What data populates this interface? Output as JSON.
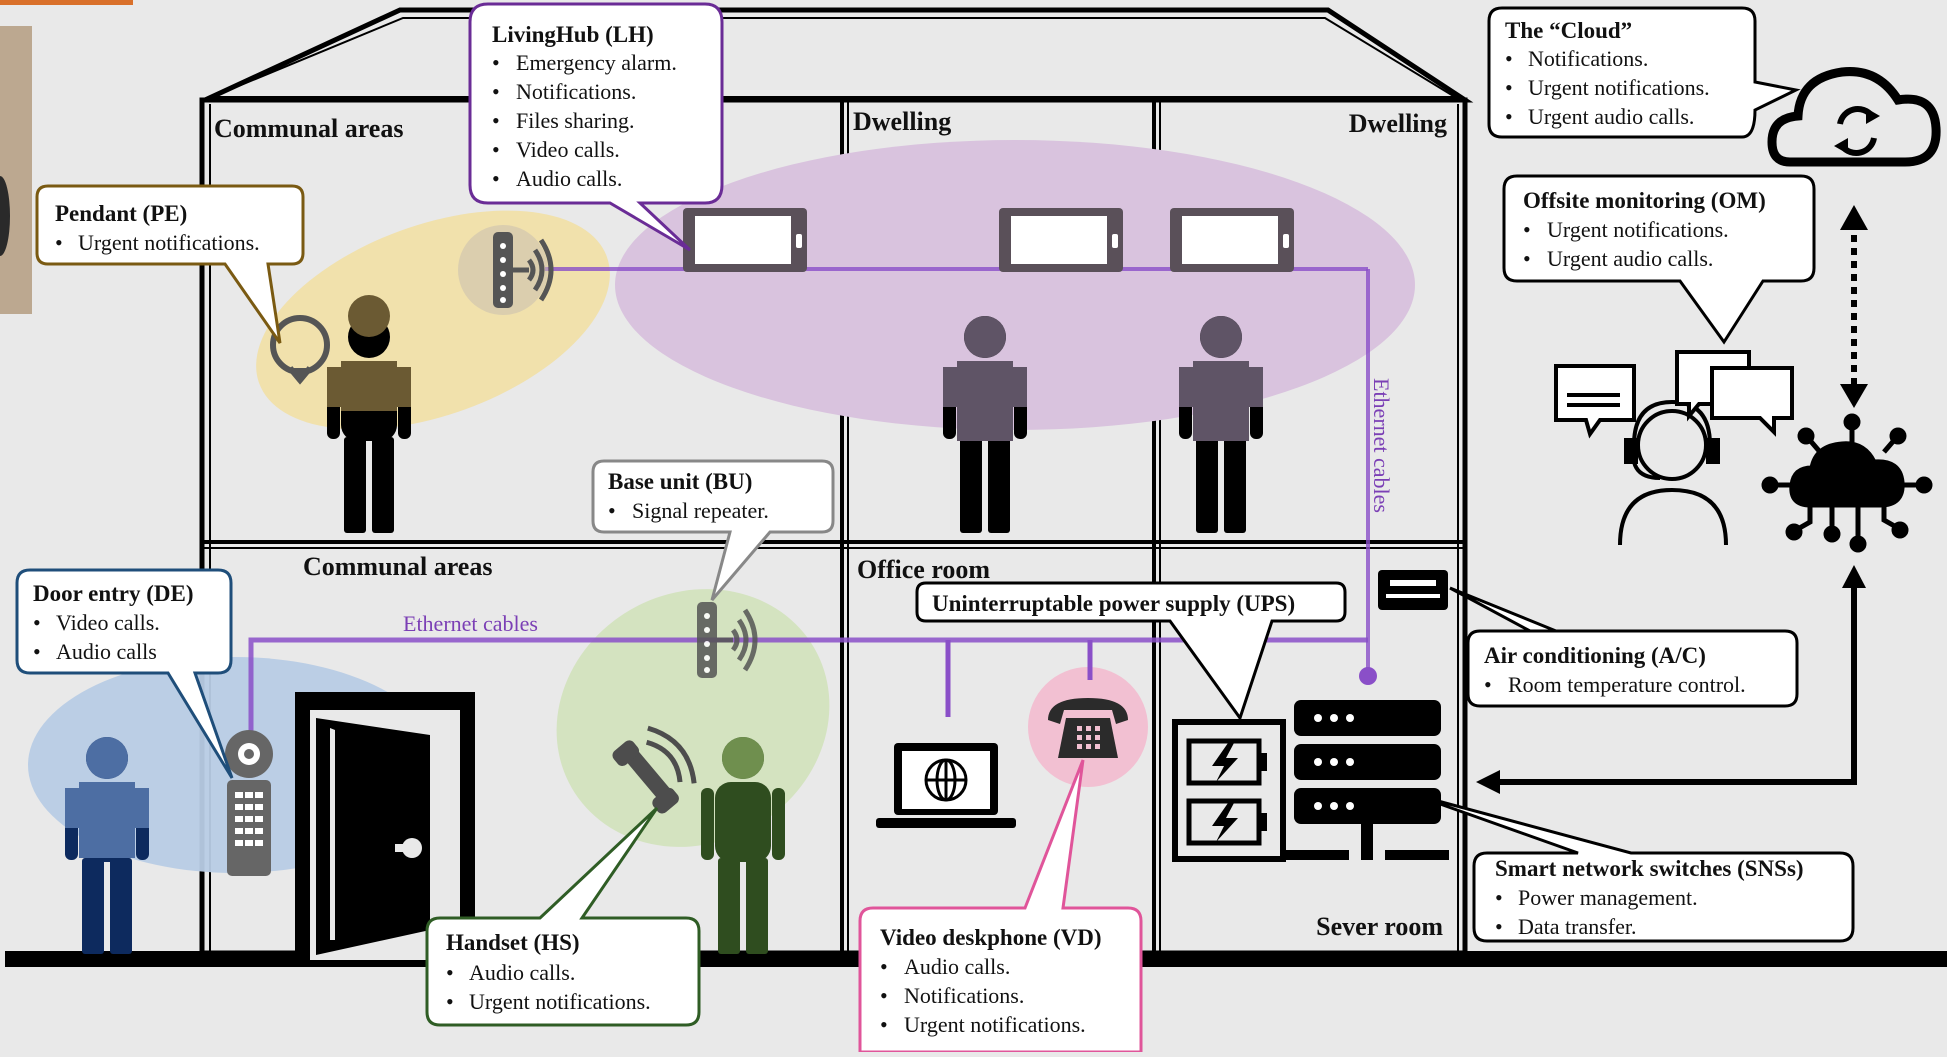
{
  "rooms": {
    "communal_top": "Communal areas",
    "dwelling_1": "Dwelling",
    "dwelling_2": "Dwelling",
    "communal_bottom": "Communal areas",
    "office": "Office room",
    "server": "Sever room"
  },
  "ethernet": {
    "horizontal_label": "Ethernet cables",
    "vertical_label": "Ethernet cables"
  },
  "callouts": {
    "livinghub": {
      "title": "LivingHub (LH)",
      "items": [
        "Emergency alarm.",
        "Notifications.",
        "Files sharing.",
        "Video calls.",
        "Audio calls."
      ]
    },
    "pendant": {
      "title": "Pendant (PE)",
      "items": [
        "Urgent notifications."
      ]
    },
    "cloud": {
      "title": "The “Cloud”",
      "items": [
        "Notifications.",
        "Urgent notifications.",
        "Urgent audio calls."
      ]
    },
    "offsite": {
      "title": "Offsite monitoring (OM)",
      "items": [
        "Urgent notifications.",
        "Urgent audio calls."
      ]
    },
    "base_unit": {
      "title": "Base unit (BU)",
      "items": [
        "Signal repeater."
      ]
    },
    "door_entry": {
      "title": "Door entry (DE)",
      "items": [
        "Video calls.",
        "Audio calls"
      ]
    },
    "ups": {
      "title": "Uninterruptable power supply (UPS)"
    },
    "air_con": {
      "title": "Air conditioning (A/C)",
      "items": [
        "Room temperature control."
      ]
    },
    "sns": {
      "title": "Smart network switches (SNSs)",
      "items": [
        "Power management.",
        "Data transfer."
      ]
    },
    "handset": {
      "title": "Handset (HS)",
      "items": [
        "Audio calls.",
        "Urgent notifications."
      ]
    },
    "deskphone": {
      "title": "Video deskphone (VD)",
      "items": [
        "Audio calls.",
        "Notifications.",
        "Urgent notifications."
      ]
    }
  },
  "bullet": "•",
  "colors": {
    "background": "#e9e9e9",
    "ethernet": "#8a4fc8",
    "livinghub_zone": "#dcc6e2",
    "pendant_zone": "#f1dfa8",
    "door_zone": "#b9cde6",
    "handset_zone": "#d3e3bd",
    "deskphone_zone": "#f2c2d3",
    "pendant_border": "#7a5a12",
    "livinghub_border": "#6a2c96",
    "door_border": "#1f4e7a",
    "handset_border": "#2f5d25",
    "deskphone_border": "#e0559a",
    "resident_brown": "#6b5a33",
    "resident_purple": "#5f5466",
    "resident_blue": "#4d6ea3",
    "resident_green": "#3b5a26"
  },
  "icons": [
    "pendant-icon",
    "router-icon",
    "tablet-icon",
    "person-icon",
    "door-entry-icon",
    "door-icon",
    "handset-icon",
    "laptop-globe-icon",
    "telephone-icon",
    "battery-icon",
    "server-icon",
    "air-conditioner-icon",
    "cloud-sync-icon",
    "headset-operator-icon",
    "chat-bubble-icon",
    "cloud-network-icon"
  ]
}
